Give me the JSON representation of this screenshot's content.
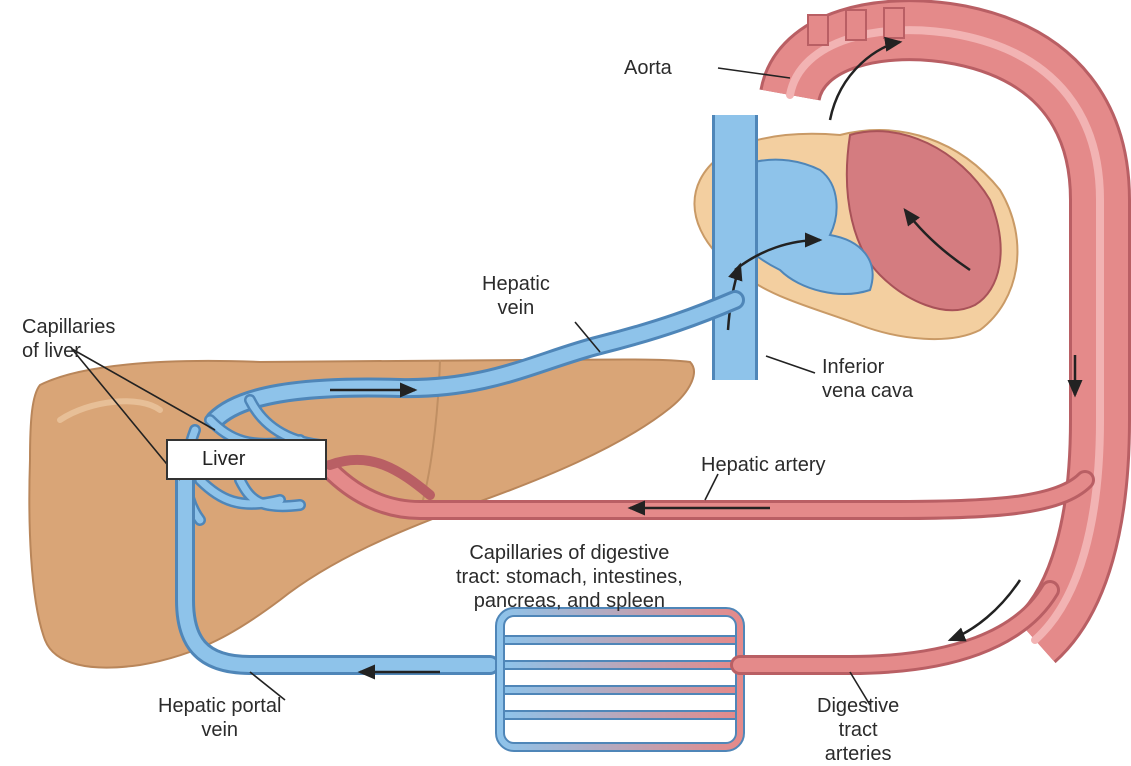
{
  "labels": {
    "aorta": "Aorta",
    "hepatic_vein": [
      "Hepatic",
      "vein"
    ],
    "capillaries_of_liver": [
      "Capillaries",
      "of liver"
    ],
    "inferior_vena_cava": [
      "Inferior",
      "vena cava"
    ],
    "liver": "Liver",
    "hepatic_artery": "Hepatic artery",
    "capillaries_digestive": [
      "Capillaries of digestive",
      "tract: stomach, intestines,",
      "pancreas, and spleen"
    ],
    "hepatic_portal_vein": [
      "Hepatic portal",
      "vein"
    ],
    "digestive_tract_arteries": [
      "Digestive",
      "tract",
      "arteries"
    ]
  },
  "colors": {
    "artery": "#e48a8a",
    "artery_dark": "#b95f64",
    "vein": "#8ec3ea",
    "vein_dark": "#4f86b8",
    "liver": "#d9a577",
    "heart_outline": "#f3cfa0",
    "heart_muscle": "#d47c80"
  }
}
